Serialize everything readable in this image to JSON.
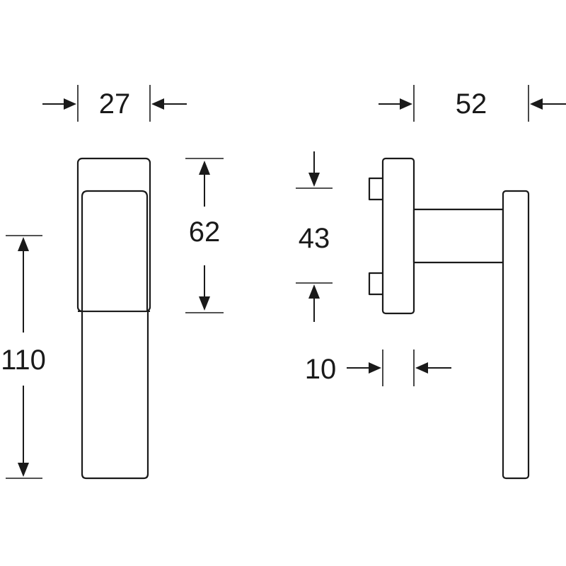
{
  "dimensions": {
    "front_width": "27",
    "handle_height": "110",
    "base_height": "62",
    "side_width": "52",
    "screw_spacing": "43",
    "base_thickness": "10"
  },
  "colors": {
    "line": "#1a1a1a",
    "background": "#ffffff"
  }
}
